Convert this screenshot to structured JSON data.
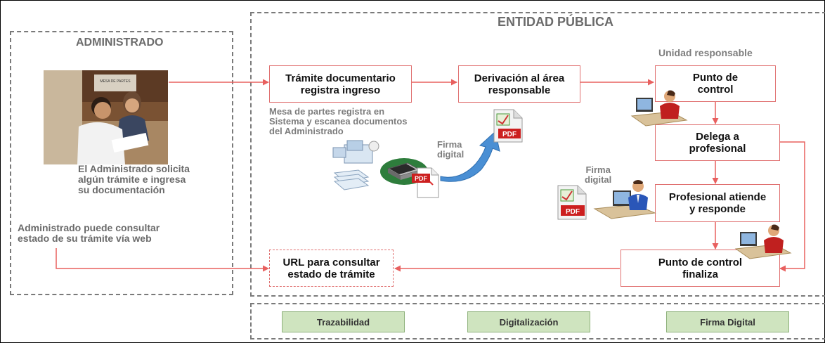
{
  "admin": {
    "title": "ADMINISTRADO",
    "photo_sign": "MESA DE PARTES",
    "caption_l1": "El Administrado solicita",
    "caption_l2": "algún trámite e ingresa",
    "caption_l3": "su documentación",
    "web_l1": "Administrado puede consultar",
    "web_l2": "estado de su trámite vía web"
  },
  "entity": {
    "title": "ENTIDAD PÚBLICA",
    "unit_label": "Unidad responsable",
    "mesa_l1": "Mesa de partes registra en",
    "mesa_l2": "Sistema y escanea documentos",
    "mesa_l3": "del Administrado",
    "firma1_l1": "Firma",
    "firma1_l2": "digital",
    "firma2_l1": "Firma",
    "firma2_l2": "digital",
    "pdf": "PDF"
  },
  "boxes": {
    "tramite_l1": "Trámite documentario",
    "tramite_l2": "registra ingreso",
    "derivacion_l1": "Derivación al área",
    "derivacion_l2": "responsable",
    "punto_l1": "Punto de",
    "punto_l2": "control",
    "delega_l1": "Delega a",
    "delega_l2": "profesional",
    "profesional_l1": "Profesional atiende",
    "profesional_l2": "y responde",
    "finaliza_l1": "Punto de control",
    "finaliza_l2": "finaliza",
    "url_l1": "URL para consultar",
    "url_l2": "estado de trámite"
  },
  "footer": {
    "trazabilidad": "Trazabilidad",
    "digitalizacion": "Digitalización",
    "firma": "Firma Digital"
  },
  "colors": {
    "arrow": "#e8605f",
    "box_border": "#e07070",
    "green_fill": "#cfe4bf",
    "section_text": "#6b6b6b"
  }
}
